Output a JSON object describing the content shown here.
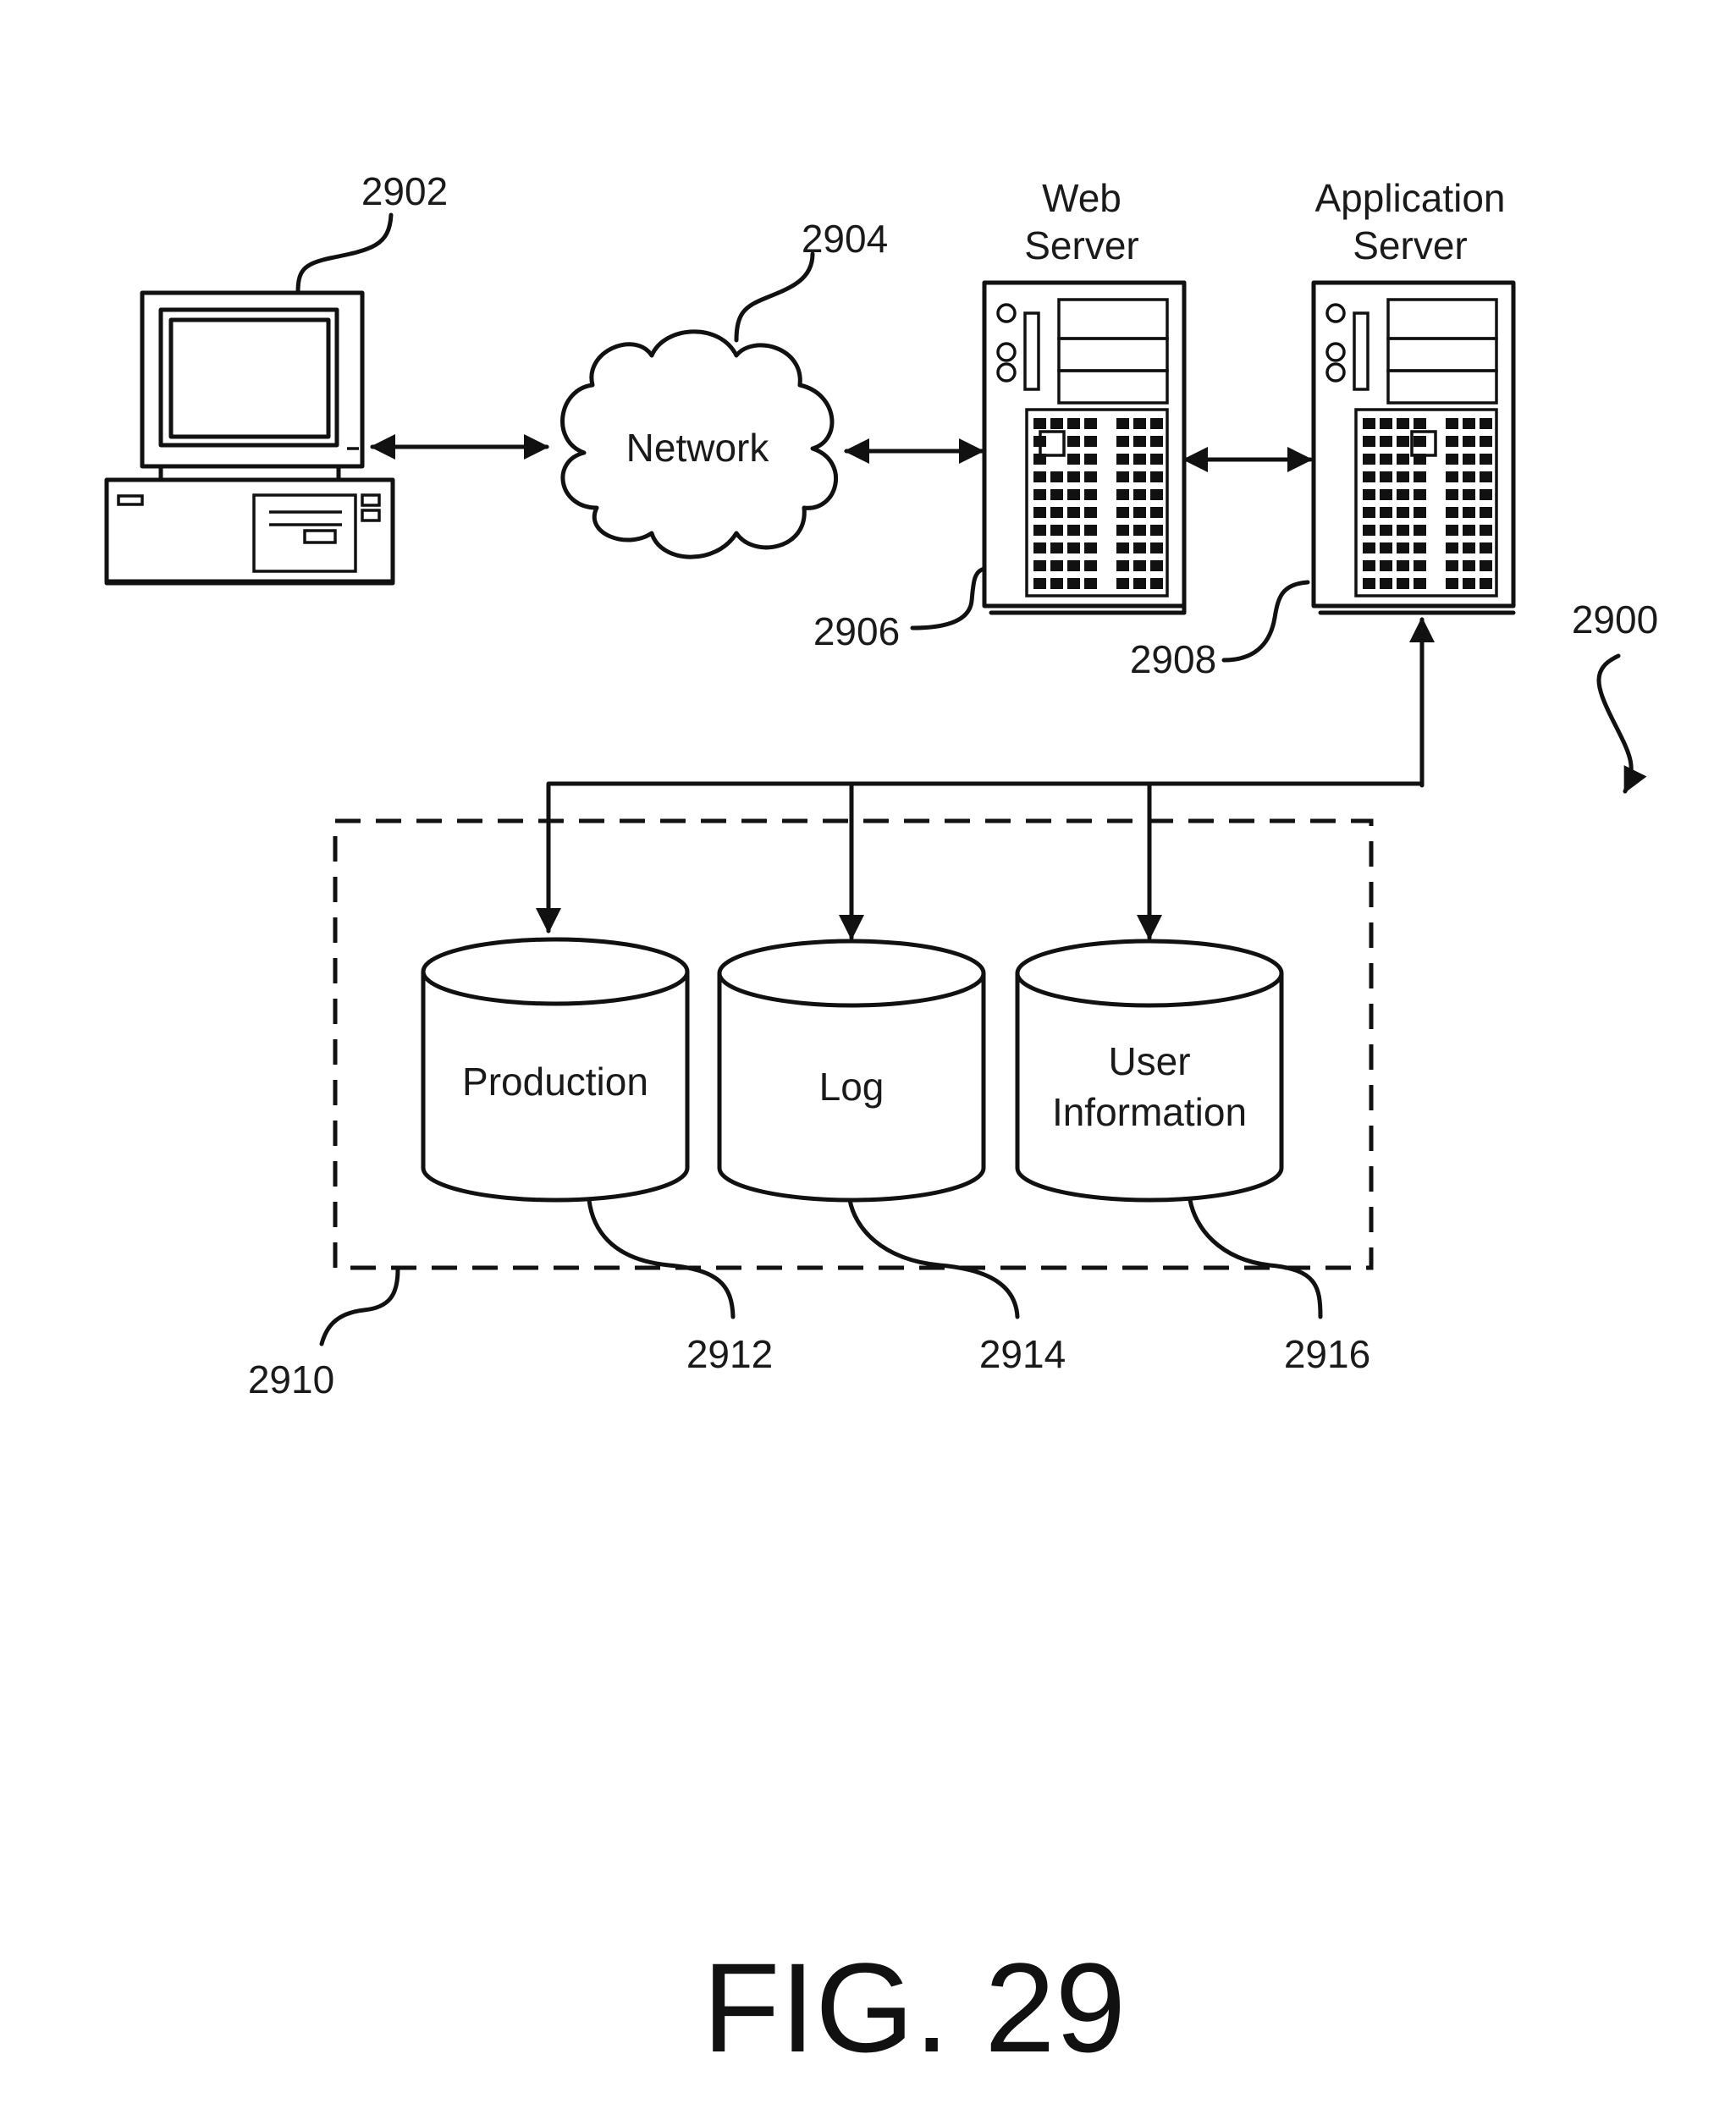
{
  "figure": {
    "title": "FIG. 29",
    "system_ref": "2900"
  },
  "client": {
    "ref": "2902"
  },
  "network": {
    "label": "Network",
    "ref": "2904"
  },
  "web_server": {
    "label_line1": "Web",
    "label_line2": "Server",
    "ref": "2906"
  },
  "app_server": {
    "label_line1": "Application",
    "label_line2": "Server",
    "ref": "2908"
  },
  "data_store_group": {
    "ref": "2910"
  },
  "databases": [
    {
      "label_line1": "Production",
      "label_line2": "",
      "ref": "2912"
    },
    {
      "label_line1": "Log",
      "label_line2": "",
      "ref": "2914"
    },
    {
      "label_line1": "User",
      "label_line2": "Information",
      "ref": "2916"
    }
  ],
  "colors": {
    "stroke": "#111111",
    "background": "#ffffff"
  }
}
